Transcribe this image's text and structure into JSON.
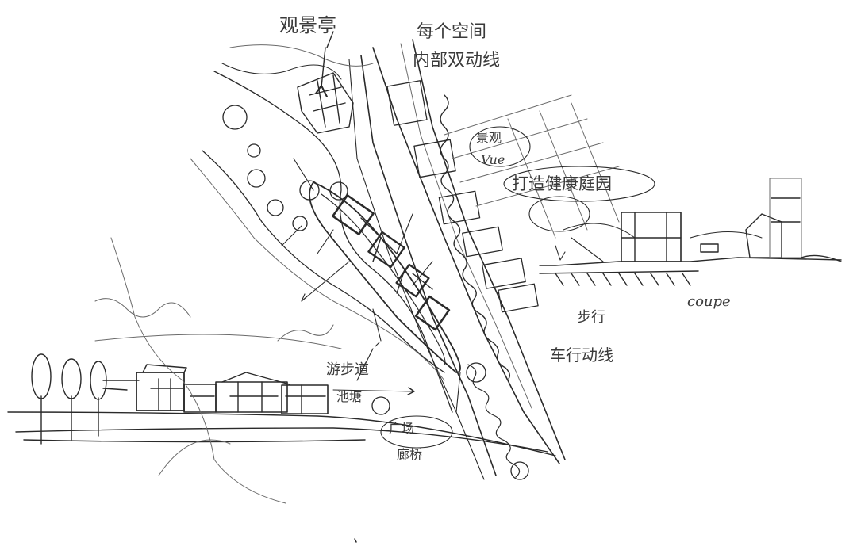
{
  "labels": {
    "pavilion": "观景亭",
    "every_space": "每个空间",
    "internal_flow": "内部双动线",
    "view": "景观",
    "vue": "Vue",
    "wellness": "打造健康庭园",
    "coupe": "coupe",
    "walk": "步行",
    "vehicle_flow": "车行动线",
    "tourist_path": "游步道",
    "pond": "池塘",
    "plaza": "广场",
    "bridge": "廊桥"
  },
  "colors": {
    "ink": "#2a2a2a",
    "light_ink": "#6a6a6a",
    "paper": "#ffffff"
  }
}
